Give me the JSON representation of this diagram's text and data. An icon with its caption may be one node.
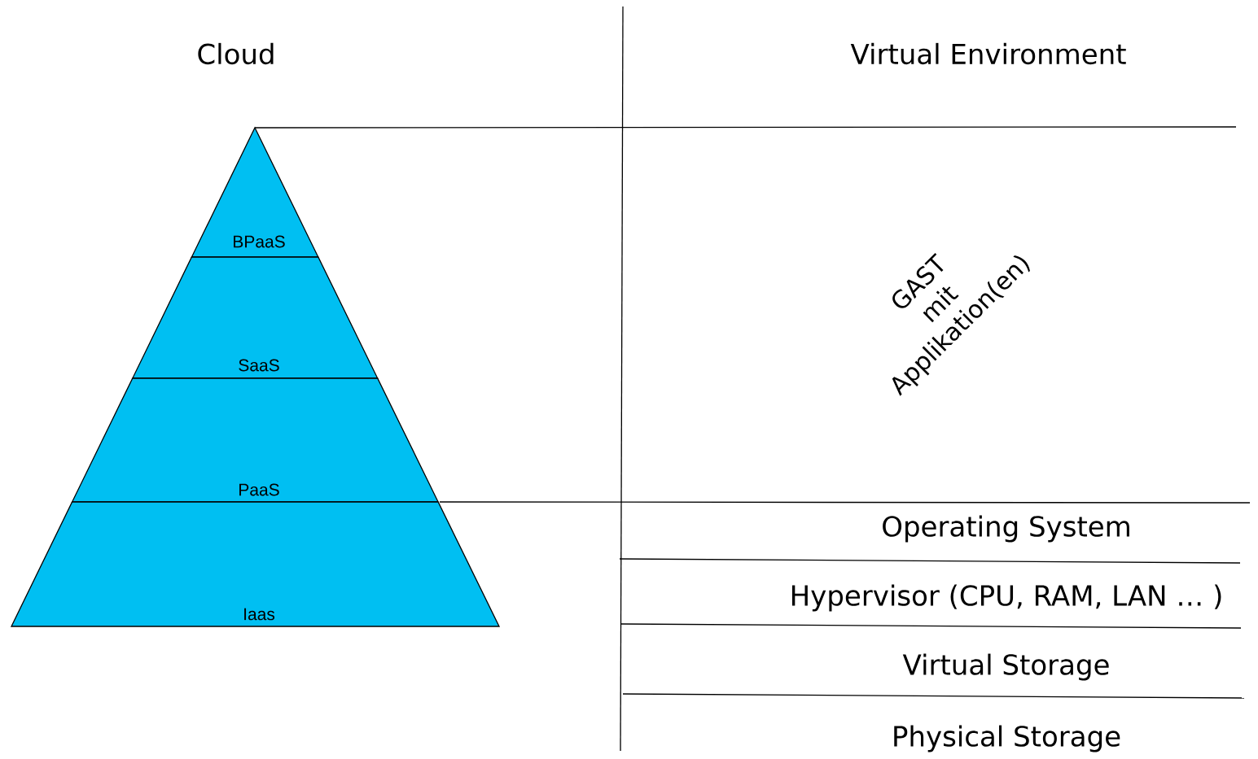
{
  "diagram": {
    "nodes": [
      {
        "text": [
          "BPaaS"
        ]
      },
      {
        "text": [
          "SaaS"
        ]
      },
      {
        "text": [
          "PaaS"
        ]
      },
      {
        "text": [
          "Iaas"
        ]
      }
    ],
    "labels": [
      "Cloud",
      "Virtual Environment",
      "GAST mit Applikation(en)",
      "Operating System",
      "Hypervisor (CPU, RAM, LAN … )",
      "Virtual Storage",
      "Physical Storage"
    ]
  }
}
